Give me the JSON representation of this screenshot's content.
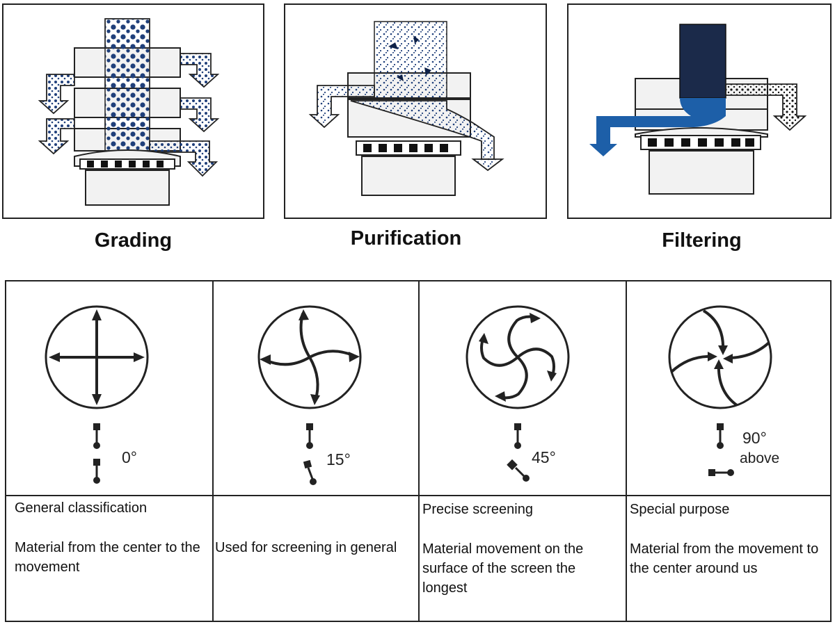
{
  "panels": [
    {
      "caption": "Grading"
    },
    {
      "caption": "Purification"
    },
    {
      "caption": "Filtering"
    }
  ],
  "modes": [
    {
      "angle": "0°",
      "angle_extra": "",
      "title": "General classification",
      "description": "Material from the center to the movement"
    },
    {
      "angle": "15°",
      "angle_extra": "",
      "title": "",
      "description": "Used for screening in general"
    },
    {
      "angle": "45°",
      "angle_extra": "",
      "title": "Precise screening",
      "description": "Material movement on the surface of the screen the longest"
    },
    {
      "angle": "90°",
      "angle_extra": "above",
      "title": "Special purpose",
      "description": "Material from the movement to the center around us"
    }
  ],
  "colors": {
    "ink": "#222222",
    "particle_blue": "#1f3f7a",
    "flow_blue": "#1d5fa8",
    "body_grey": "#f2f2f2"
  }
}
